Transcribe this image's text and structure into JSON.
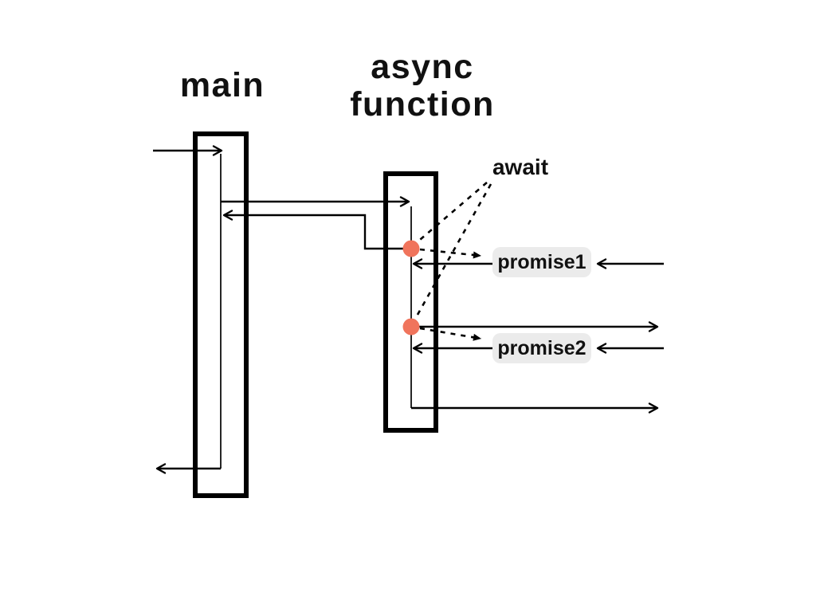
{
  "diagram": {
    "main_title": "main",
    "async_title_line1": "async",
    "async_title_line2": "function",
    "await_label": "await",
    "promise1_label": "promise1",
    "promise2_label": "promise2",
    "colors": {
      "background": "#ffffff",
      "line": "#000000",
      "text": "#111111",
      "await_dot": "#f0745c",
      "promise_label_bg": "#ebebeb"
    }
  }
}
